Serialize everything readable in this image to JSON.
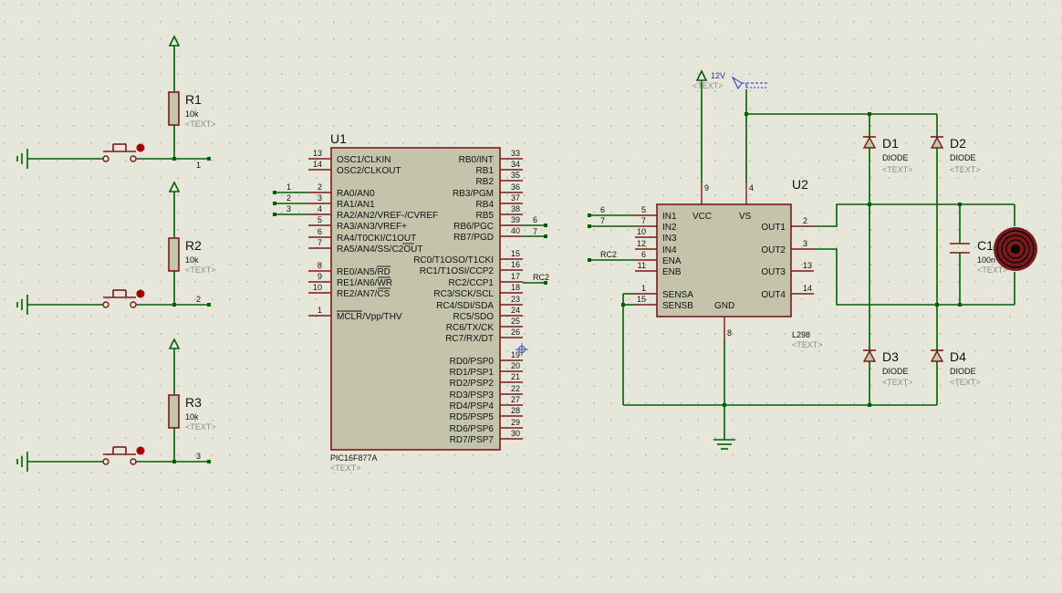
{
  "resistors": [
    {
      "ref": "R1",
      "value": "10k",
      "text": "<TEXT>",
      "net": "1"
    },
    {
      "ref": "R2",
      "value": "10k",
      "text": "<TEXT>",
      "net": "2"
    },
    {
      "ref": "R3",
      "value": "10k",
      "text": "<TEXT>",
      "net": "3"
    }
  ],
  "u1": {
    "ref": "U1",
    "part": "PIC16F877A",
    "text": "<TEXT>",
    "left_pins": [
      {
        "num": "13",
        "name": "OSC1/CLKIN"
      },
      {
        "num": "14",
        "name": "OSC2/CLKOUT"
      },
      {
        "num": "2",
        "name": "RA0/AN0",
        "net": "1"
      },
      {
        "num": "3",
        "name": "RA1/AN1",
        "net": "2"
      },
      {
        "num": "4",
        "name": "RA2/AN2/VREF-/CVREF",
        "net": "3"
      },
      {
        "num": "5",
        "name": "RA3/AN3/VREF+"
      },
      {
        "num": "6",
        "name": "RA4/T0CKI/C1OUT"
      },
      {
        "num": "7",
        "name": "RA5/AN4/SS/C2OUT"
      },
      {
        "num": "8",
        "name": "RE0/AN5/RD"
      },
      {
        "num": "9",
        "name": "RE1/AN6/WR"
      },
      {
        "num": "10",
        "name": "RE2/AN7/CS"
      },
      {
        "num": "1",
        "name": "MCLR/Vpp/THV"
      }
    ],
    "right_pins": [
      {
        "num": "33",
        "name": "RB0/INT"
      },
      {
        "num": "34",
        "name": "RB1"
      },
      {
        "num": "35",
        "name": "RB2"
      },
      {
        "num": "36",
        "name": "RB3/PGM"
      },
      {
        "num": "37",
        "name": "RB4"
      },
      {
        "num": "38",
        "name": "RB5"
      },
      {
        "num": "39",
        "name": "RB6/PGC",
        "net": "6"
      },
      {
        "num": "40",
        "name": "RB7/PGD",
        "net": "7"
      },
      {
        "num": "15",
        "name": "RC0/T1OSO/T1CKI"
      },
      {
        "num": "16",
        "name": "RC1/T1OSI/CCP2"
      },
      {
        "num": "17",
        "name": "RC2/CCP1",
        "net": "RC2"
      },
      {
        "num": "18",
        "name": "RC3/SCK/SCL"
      },
      {
        "num": "23",
        "name": "RC4/SDI/SDA"
      },
      {
        "num": "24",
        "name": "RC5/SDO"
      },
      {
        "num": "25",
        "name": "RC6/TX/CK"
      },
      {
        "num": "26",
        "name": "RC7/RX/DT"
      },
      {
        "num": "19",
        "name": "RD0/PSP0"
      },
      {
        "num": "20",
        "name": "RD1/PSP1"
      },
      {
        "num": "21",
        "name": "RD2/PSP2"
      },
      {
        "num": "22",
        "name": "RD3/PSP3"
      },
      {
        "num": "27",
        "name": "RD4/PSP4"
      },
      {
        "num": "28",
        "name": "RD5/PSP5"
      },
      {
        "num": "29",
        "name": "RD6/PSP6"
      },
      {
        "num": "30",
        "name": "RD7/PSP7"
      }
    ]
  },
  "u2": {
    "ref": "U2",
    "part": "L298",
    "text": "<TEXT>",
    "left_pins": [
      {
        "num": "5",
        "name": "IN1",
        "net": "6"
      },
      {
        "num": "7",
        "name": "IN2",
        "net": "7"
      },
      {
        "num": "10",
        "name": "IN3"
      },
      {
        "num": "12",
        "name": "IN4"
      },
      {
        "num": "6",
        "name": "ENA",
        "net": "RC2"
      },
      {
        "num": "11",
        "name": "ENB"
      },
      {
        "num": "1",
        "name": "SENSA"
      },
      {
        "num": "15",
        "name": "SENSB"
      }
    ],
    "right_pins": [
      {
        "num": "2",
        "name": "OUT1"
      },
      {
        "num": "3",
        "name": "OUT2"
      },
      {
        "num": "13",
        "name": "OUT3"
      },
      {
        "num": "14",
        "name": "OUT4"
      }
    ],
    "top_pins": [
      {
        "num": "9",
        "name": "VCC"
      },
      {
        "num": "4",
        "name": "VS"
      }
    ],
    "bottom_pins": [
      {
        "num": "8",
        "name": "GND"
      }
    ]
  },
  "diodes": [
    {
      "ref": "D1",
      "value": "DIODE",
      "text": "<TEXT>"
    },
    {
      "ref": "D2",
      "value": "DIODE",
      "text": "<TEXT>"
    },
    {
      "ref": "D3",
      "value": "DIODE",
      "text": "<TEXT>"
    },
    {
      "ref": "D4",
      "value": "DIODE",
      "text": "<TEXT>"
    }
  ],
  "capacitor": {
    "ref": "C1",
    "value": "100n",
    "text": "<TEXT>"
  },
  "supply": {
    "label": "12V",
    "text": "<TEXT>"
  },
  "colors": {
    "background": "#e6e6da",
    "wire": "#006000",
    "component": "#7a1a1a",
    "body": "#c4c4ab"
  }
}
